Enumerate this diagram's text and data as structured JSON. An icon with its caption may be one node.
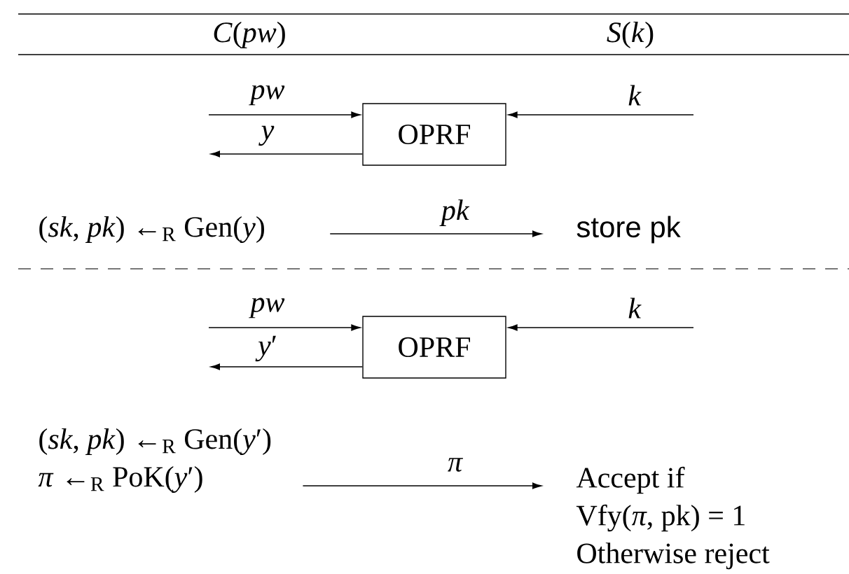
{
  "diagram": {
    "nodes": [
      {
        "text": [
          "OPRF"
        ]
      },
      {
        "text": [
          "(*sk*, *pk*) ←$_{R}$ Gen(*y*)"
        ]
      },
      {
        "text": [
          "store pk"
        ]
      },
      {
        "text": [
          "OPRF"
        ]
      },
      {
        "text": [
          "(*sk*, *pk*) ←$_{R}$ Gen(*y*′)",
          "*π* ←$_{R}$ PoK(*y*′)"
        ]
      },
      {
        "text": [
          "Accept if",
          "Vfy(*π*, pk) = 1",
          "Otherwise reject"
        ]
      }
    ],
    "edges": [
      {
        "from": null,
        "to": 0,
        "arrow": "to",
        "label": "*pw*"
      },
      {
        "from": 0,
        "to": null,
        "arrow": "to",
        "label": "*y*"
      },
      {
        "from": null,
        "to": 0,
        "arrow": "to",
        "label": "*k*"
      },
      {
        "from": 1,
        "to": 2,
        "arrow": "to",
        "label": "*pk*"
      },
      {
        "from": null,
        "to": 3,
        "arrow": "to",
        "label": "*pw*"
      },
      {
        "from": 3,
        "to": null,
        "arrow": "to",
        "label": "*y*′"
      },
      {
        "from": null,
        "to": 3,
        "arrow": "to",
        "label": "*k*"
      },
      {
        "from": 4,
        "to": 5,
        "arrow": "to",
        "label": "*π*"
      }
    ],
    "labels": [
      "*C*(*pw*)",
      "*S*(*k*)"
    ]
  }
}
